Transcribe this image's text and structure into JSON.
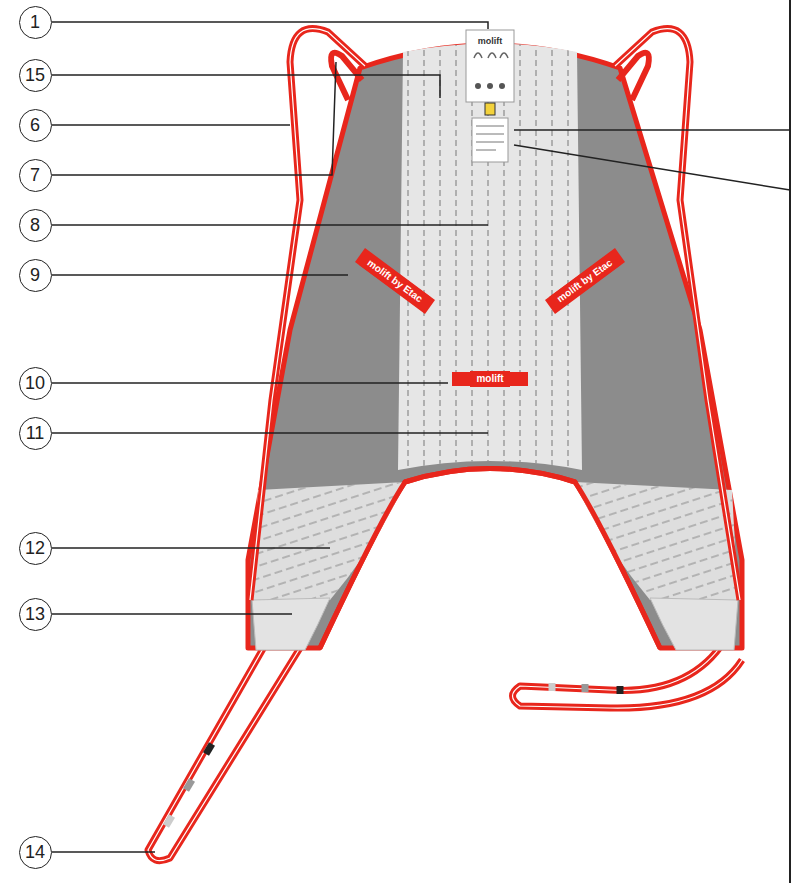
{
  "diagram": {
    "nodes": [
      {
        "text": [
          "1"
        ]
      },
      {
        "text": [
          "15"
        ]
      },
      {
        "text": [
          "6"
        ]
      },
      {
        "text": [
          "7"
        ]
      },
      {
        "text": [
          "8"
        ]
      },
      {
        "text": [
          "9"
        ]
      },
      {
        "text": [
          "10"
        ]
      },
      {
        "text": [
          "11"
        ]
      },
      {
        "text": [
          "12"
        ]
      },
      {
        "text": [
          "13"
        ]
      },
      {
        "text": [
          "14"
        ]
      }
    ],
    "labels": [
      "molift",
      "molift by Etac",
      "molift by Etac",
      "molift"
    ]
  }
}
